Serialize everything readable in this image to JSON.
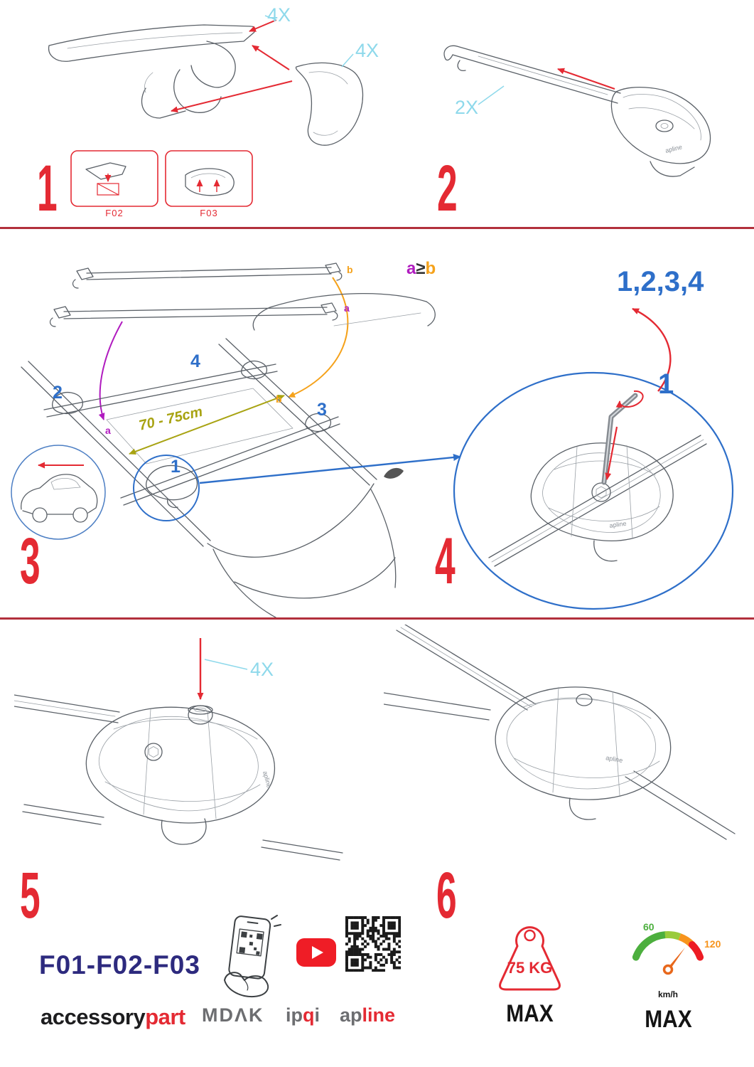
{
  "colors": {
    "red": "#e42a33",
    "cyan": "#8ed9eb",
    "blue": "#2e6fc9",
    "purple": "#b01bbf",
    "orange": "#f5a21b",
    "olive": "#a8a312",
    "navy": "#2d2a7e",
    "gray": "#6d6e71",
    "youtube_red": "#ef1d26",
    "green": "#4caf3e",
    "divider": "#b2303c"
  },
  "steps": {
    "s1": {
      "number": "1",
      "qty_endcap": "4X",
      "qty_cover": "4X",
      "part_boxes": [
        {
          "label": "F02"
        },
        {
          "label": "F03"
        }
      ]
    },
    "s2": {
      "number": "2",
      "qty": "2X"
    },
    "s3": {
      "number": "3",
      "compare": {
        "a": "a",
        "op": "≥",
        "b": "b"
      },
      "bar_top_label": "b",
      "bar_bottom_label": "a",
      "curve_a_label": "a",
      "curve_b_label": "b",
      "foot_numbers": {
        "front_left": "2",
        "front_right": "4",
        "rear_right": "3",
        "rear_left": "1"
      },
      "distance": "70 - 75cm"
    },
    "s4": {
      "number": "4",
      "sequence": "1,2,3,4",
      "first": "1"
    },
    "s5": {
      "number": "5",
      "qty": "4X"
    },
    "s6": {
      "number": "6"
    }
  },
  "footer": {
    "models": "F01-F02-F03",
    "brand_black": "accessory",
    "brand_red": "part",
    "mdak": "MDΛK",
    "ipqi": {
      "ip": "ip",
      "q": "q",
      "i": "i"
    },
    "apline": {
      "ap": "ap",
      "line": "line"
    },
    "foot_logo": "apline"
  },
  "badges": {
    "weight": {
      "value": "75 KG",
      "max": "MAX"
    },
    "speed": {
      "low": "60",
      "high": "120",
      "unit": "km/h",
      "max": "MAX"
    }
  }
}
